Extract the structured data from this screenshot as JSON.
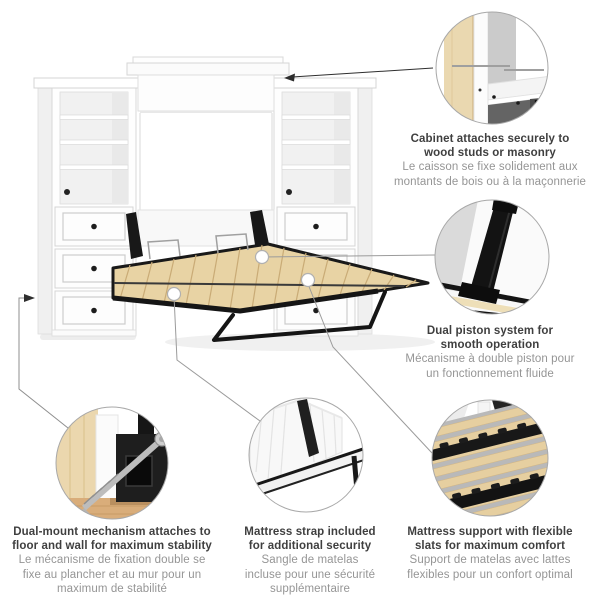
{
  "image_type": "product-feature-diagram",
  "colors": {
    "background": "#ffffff",
    "text_dark": "#3f3f3f",
    "text_muted": "#959595",
    "furniture_white": "#fdfdfd",
    "wood_tan": "#e8d3a4",
    "metal_black": "#181818",
    "callout_line_gray": "#9b9b9b",
    "circle_border_gray": "#a8a8a8"
  },
  "callouts": {
    "cabinet": {
      "icon": "cabinet-wall-anchor-icon",
      "en": [
        "Cabinet attaches securely to",
        "wood studs or masonry"
      ],
      "fr": [
        "Le caisson se fixe solidement aux",
        "montants de bois ou à la maçonnerie"
      ]
    },
    "piston": {
      "icon": "dual-piston-icon",
      "en": [
        "Dual piston system for",
        "smooth operation"
      ],
      "fr": [
        "Mécanisme à double piston pour",
        "un fonctionnement fluide"
      ]
    },
    "mount": {
      "icon": "floor-mount-screw-icon",
      "en": [
        "Dual-mount mechanism attaches to",
        "floor and wall for maximum stability"
      ],
      "fr": [
        "Le mécanisme de fixation double se",
        "fixe au plancher et au mur pour un",
        "maximum de stabilité"
      ]
    },
    "strap": {
      "icon": "mattress-strap-icon",
      "en": [
        "Mattress strap included",
        "for additional security"
      ],
      "fr": [
        "Sangle de matelas",
        "incluse pour une sécurité",
        "supplémentaire"
      ]
    },
    "slats": {
      "icon": "flexible-slats-icon",
      "en": [
        "Mattress support with flexible",
        "slats for maximum comfort"
      ],
      "fr": [
        "Support de matelas avec lattes",
        "flexibles pour un confort optimal"
      ]
    }
  }
}
